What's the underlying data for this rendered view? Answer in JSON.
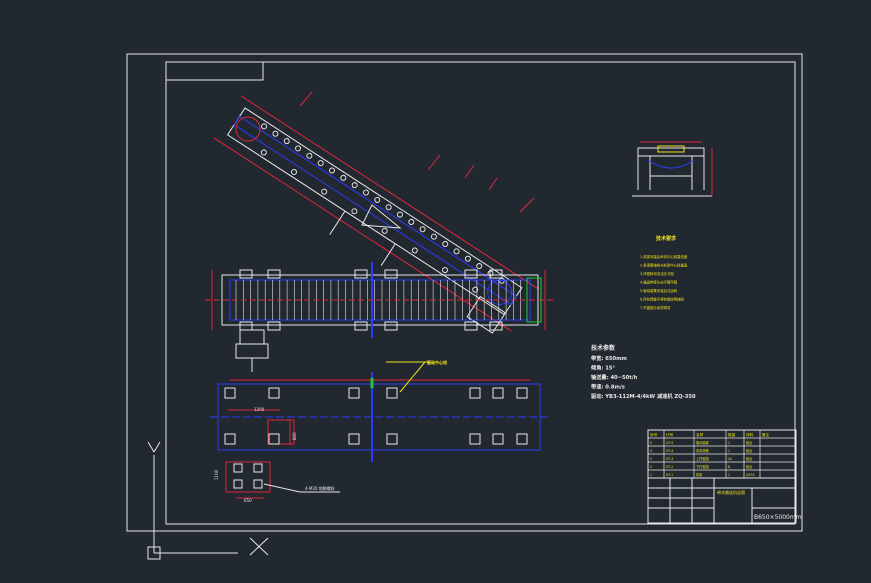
{
  "drawing": {
    "background": "#212830",
    "colors": {
      "frame": "#e8e8e8",
      "outline": "#e8e8e8",
      "red": "#e0263a",
      "blue": "#2b3cff",
      "yellow": "#f2e31b",
      "green": "#1fc83a",
      "cyan": "#34d6e6",
      "magenta": "#e040e0"
    },
    "tech_params": {
      "heading": "技术参数",
      "lines": [
        "带宽: 650mm",
        "倾角: 15°",
        "输送量: 40~50t/h",
        "带速: 0.8m/s",
        "驱动: YB3-112M-4/4kW  减速机 ZQ-350"
      ]
    },
    "callouts": {
      "anchor_bolt_note": "4-M20 地脚螺栓",
      "foundation_note": "4-M20 地脚螺栓",
      "dim_top_label": "基础中心线"
    },
    "tech_req": {
      "heading": "技术要求",
      "lines": [
        "1.机架安装后纵向中心线直线度",
        "2.各滚筒轴线与机架中心线垂直",
        "3.托辊转动灵活无卡阻",
        "4.输送带接头应平整牢固",
        "5.驱动装置安装后试运转",
        "6.所有焊缝不得有裂纹等缺陷",
        "7.外露部分涂防锈漆"
      ]
    },
    "dims": {
      "d1": "1200",
      "d2": "800",
      "d3": "1100",
      "d4": "650"
    },
    "title_block": {
      "bom_headers": [
        "序号",
        "代号",
        "名称",
        "数量",
        "材料",
        "备注"
      ],
      "bom_rows": [
        [
          "5",
          "DT-5",
          "驱动装置",
          "1",
          "组合"
        ],
        [
          "4",
          "DT-4",
          "改向滚筒",
          "1",
          "组合"
        ],
        [
          "3",
          "DT-3",
          "上托辊组",
          "20",
          "组合"
        ],
        [
          "2",
          "DT-2",
          "下托辊组",
          "8",
          "组合"
        ],
        [
          "1",
          "DT-1",
          "机架",
          "1",
          "Q235"
        ]
      ],
      "drawing_title": "带式输送机总图",
      "scale_note": "B650×5000mm"
    },
    "ucs": {
      "y_label": "Y",
      "x_label": "X"
    }
  }
}
